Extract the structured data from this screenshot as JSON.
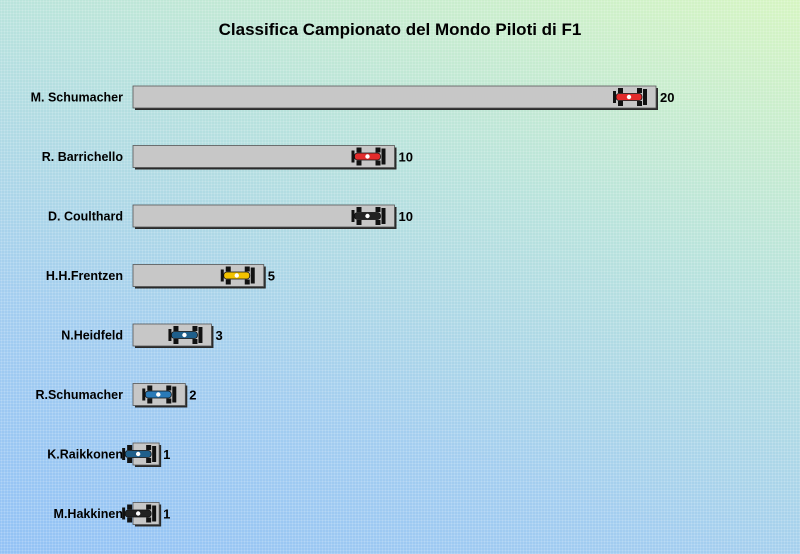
{
  "chart_data": {
    "type": "bar",
    "orientation": "horizontal",
    "title": "Classifica Campionato del  Mondo Piloti di F1",
    "categories": [
      "M. Schumacher",
      "R. Barrichello",
      "D. Coulthard",
      "H.H.Frentzen",
      "N.Heidfeld",
      "R.Schumacher",
      "K.Raikkonen",
      "M.Hakkinen"
    ],
    "values": [
      20,
      10,
      10,
      5,
      3,
      2,
      1,
      1
    ],
    "car_colors": [
      "#e32b2b",
      "#e32b2b",
      "#222222",
      "#f2c200",
      "#1f5f8b",
      "#2a7ab8",
      "#1f5f8b",
      "#222222"
    ],
    "bar_color": "#c7c7c7",
    "xlim": [
      0,
      20
    ],
    "grid": false,
    "legend": "none"
  }
}
